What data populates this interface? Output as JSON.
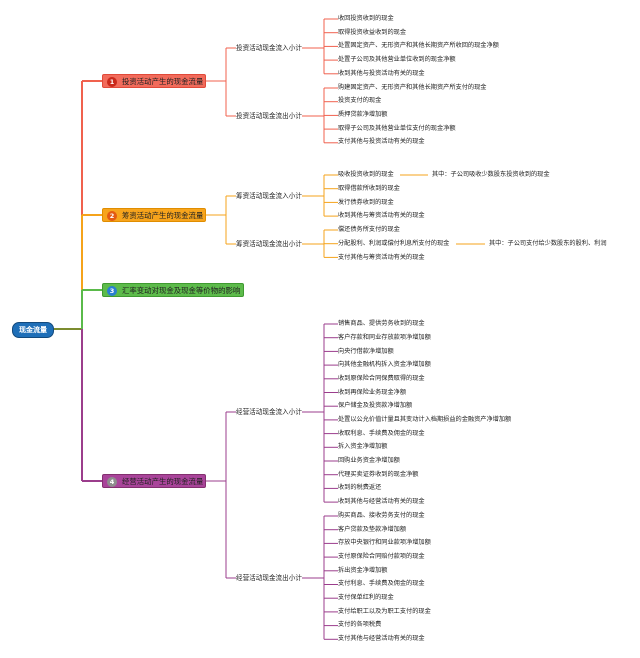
{
  "root": {
    "label": "现金流量"
  },
  "branches": [
    {
      "label": "投资活动产生的现金流量",
      "badge": "1",
      "color": "#f0614e",
      "groups": [
        {
          "label": "投资活动现金流入小计",
          "items": [
            "收回投资收到的现金",
            "取得投资收益收到的现金",
            "处置固定资产、无形资产和其他长期资产所收回的现金净额",
            "处置子公司及其他营业单位收到的现金净额",
            "收到其他与投资活动有关的现金"
          ]
        },
        {
          "label": "投资活动现金流出小计",
          "items": [
            "购建固定资产、无形资产和其他长期资产所支付的现金",
            "投资支付的现金",
            "质押贷款净增加额",
            "取得子公司及其他营业单位支付的现金净额",
            "支付其他与投资活动有关的现金"
          ]
        }
      ]
    },
    {
      "label": "筹资活动产生的现金流量",
      "badge": "2",
      "color": "#f5a31b",
      "groups": [
        {
          "label": "筹资活动现金流入小计",
          "items": [
            "吸收投资收到的现金",
            "取得借款所收到的现金",
            "发行债券收到的现金",
            "收到其他与筹资活动有关的现金"
          ]
        },
        {
          "label": "筹资活动现金流出小计",
          "items": [
            "偿还债务所支付的现金",
            "分配股利、利润或偿付利息所支付的现金",
            "支付其他与筹资活动有关的现金"
          ]
        }
      ],
      "notes": [
        {
          "label": "其中：子公司吸收少数股东投资收到的现金"
        },
        {
          "label": "其中：子公司支付给少数股东的股利、利润"
        }
      ]
    },
    {
      "label": "汇率变动对现金及现金等价物的影响",
      "badge": "3",
      "color": "#5aba4a"
    },
    {
      "label": "经营活动产生的现金流量",
      "badge": "4",
      "color": "#9b3d8c",
      "groups": [
        {
          "label": "经营活动现金流入小计",
          "items": [
            "销售商品、提供劳务收到的现金",
            "客户存款和同业存放款项净增加额",
            "向央行借款净增加额",
            "向其他金融机构拆入资金净增加额",
            "收到原保险合同保费取得的现金",
            "收到再保险业务现金净额",
            "保户储金及投资款净增加额",
            "处置以公允价值计量且其变动计入档期损益的金融资产净增加额",
            "收取利息、手续费及佣金的现金",
            "拆入资金净增加额",
            "回购业务资金净增加额",
            "代理买卖证券收到的现金净额",
            "收到的税费返还",
            "收到其他与经营活动有关的现金"
          ]
        },
        {
          "label": "经营活动现金流出小计",
          "items": [
            "购买商品、接收劳务支付的现金",
            "客户贷款及垫款净增加额",
            "存放中央银行和同业款项净增加额",
            "支付原保险合同赔付款项的现金",
            "拆出资金净增加额",
            "支付利息、手续费及佣金的现金",
            "支付保单红利的现金",
            "支付给职工以及为职工支付的现金",
            "支付的各项税费",
            "支付其他与经营活动有关的现金"
          ]
        }
      ]
    }
  ]
}
